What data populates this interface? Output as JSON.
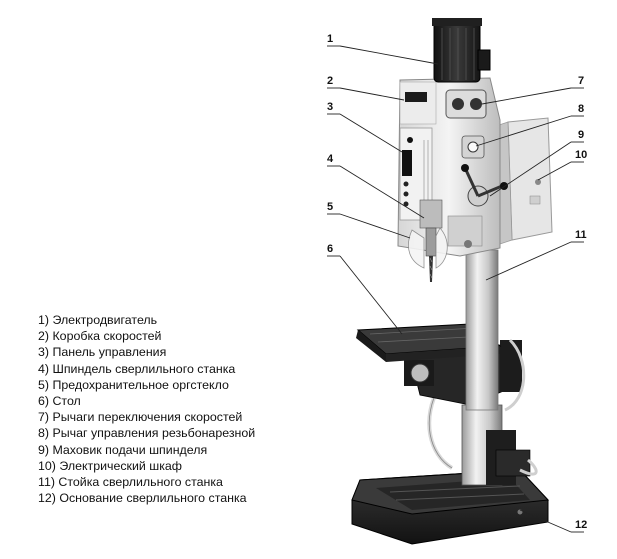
{
  "callouts": [
    {
      "n": "1"
    },
    {
      "n": "2"
    },
    {
      "n": "3"
    },
    {
      "n": "4"
    },
    {
      "n": "5"
    },
    {
      "n": "6"
    },
    {
      "n": "7"
    },
    {
      "n": "8"
    },
    {
      "n": "9"
    },
    {
      "n": "10"
    },
    {
      "n": "11"
    },
    {
      "n": "12"
    }
  ],
  "legend": [
    "1)  Электродвигатель",
    "2)  Коробка скоростей",
    "3)  Панель управления",
    "4)  Шпиндель сверлильного станка",
    "5)  Предохранительное оргстекло",
    "6)  Стол",
    "7)  Рычаги переключения скоростей",
    "8)  Рычаг управления резьбонарезной",
    "9)  Маховик подачи шпинделя",
    "10)  Электрический шкаф",
    "11)  Стойка сверлильного станка",
    "12)  Основание сверлильного станка"
  ],
  "colors": {
    "metal_light": "#e9e9e9",
    "metal_mid": "#bfbfbf",
    "metal_dark": "#2a2a2a",
    "line": "#222222"
  }
}
